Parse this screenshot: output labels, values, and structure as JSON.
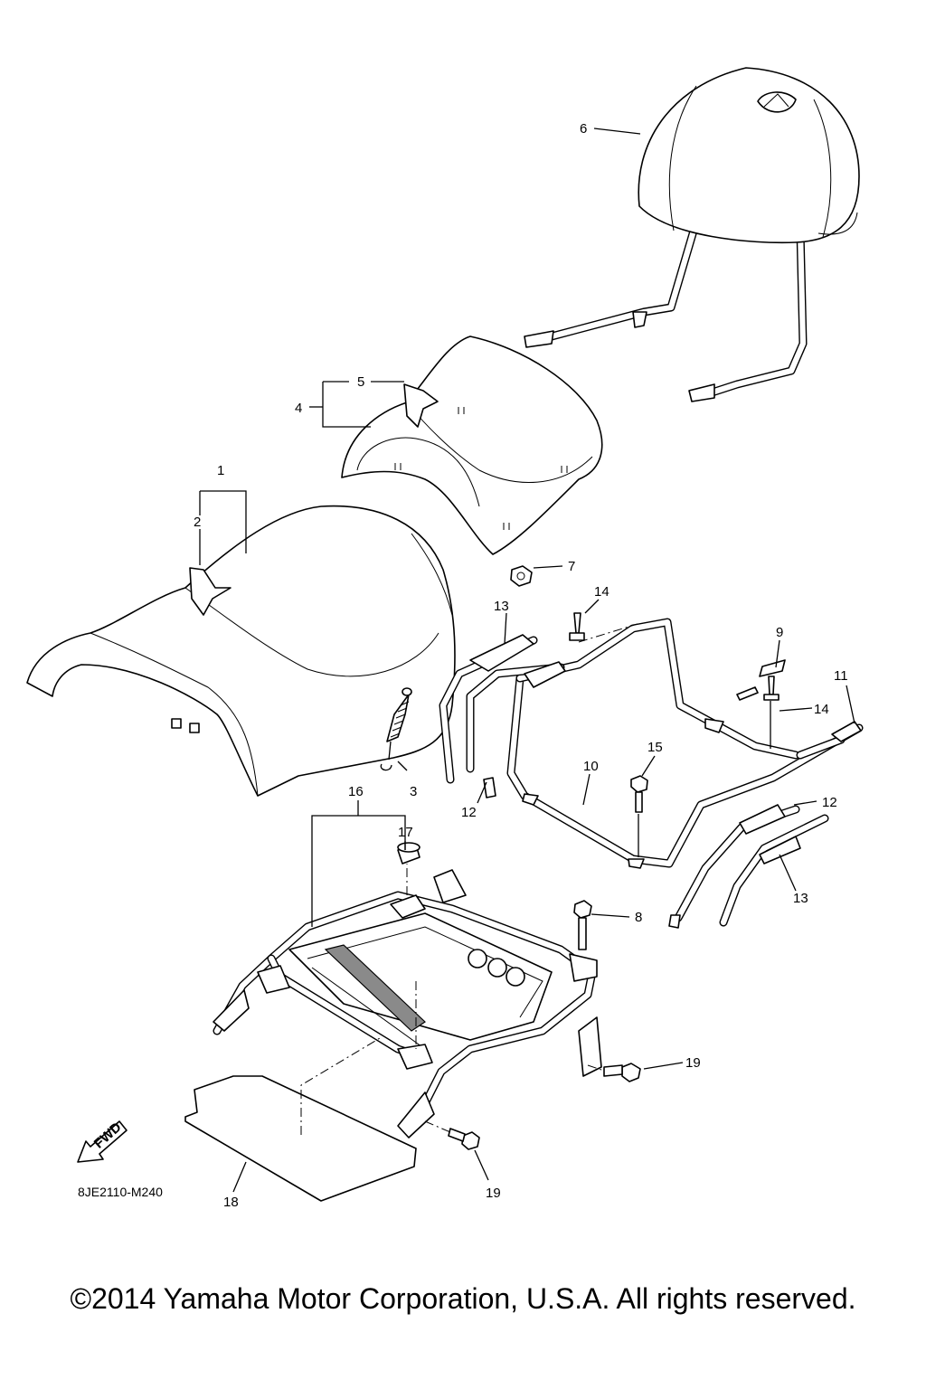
{
  "diagram_code": "8JE2110-M240",
  "fwd_label": "FWD",
  "copyright": "©2014 Yamaha Motor Corporation, U.S.A. All rights reserved.",
  "callouts": [
    "1",
    "2",
    "3",
    "4",
    "5",
    "6",
    "7",
    "8",
    "9",
    "10",
    "11",
    "12",
    "12",
    "13",
    "13",
    "14",
    "14",
    "15",
    "16",
    "17",
    "18",
    "19",
    "19"
  ]
}
